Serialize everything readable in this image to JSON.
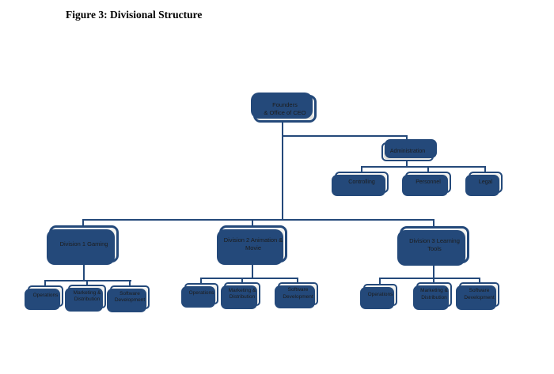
{
  "figure_title": "Figure 3: Divisional Structure",
  "org_chart": {
    "root": {
      "label": "Founders\n& Office of CEO"
    },
    "administration": {
      "label": "Administration",
      "children": [
        {
          "label": "Controlling"
        },
        {
          "label": "Personnel"
        },
        {
          "label": "Legal"
        }
      ]
    },
    "divisions": [
      {
        "label": "Division 1 Gaming",
        "children": [
          {
            "label": "Operations"
          },
          {
            "label": "Marketing &\nDistribution"
          },
          {
            "label": "Software\nDevelopment"
          }
        ]
      },
      {
        "label": "Division 2 Animation &\nMovie",
        "children": [
          {
            "label": "Operations"
          },
          {
            "label": "Marketing &\nDistribution"
          },
          {
            "label": "Software\nDevelopment"
          }
        ]
      },
      {
        "label": "Division 3 Learning Tools",
        "children": [
          {
            "label": "Operations"
          },
          {
            "label": "Marketing &\nDistribution"
          },
          {
            "label": "Software\nDevelopment"
          }
        ]
      }
    ]
  },
  "colors": {
    "connector": "#24497A",
    "node_border": "#24497A",
    "node_fill": "#E9E9E5",
    "background": "#FFFFFF"
  }
}
